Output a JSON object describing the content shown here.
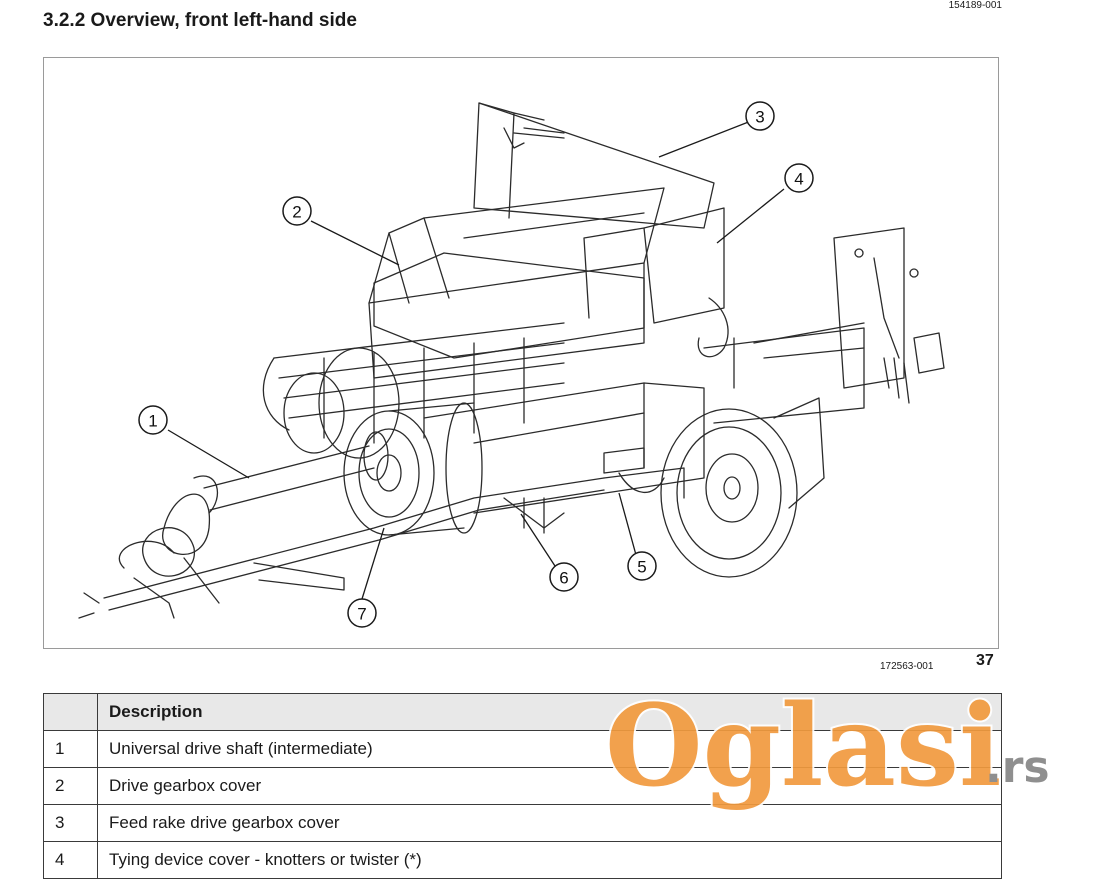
{
  "header": {
    "doc_id": "154189-001",
    "section_title": "3.2.2 Overview, front left-hand side"
  },
  "figure": {
    "code": "172563-001",
    "number": "37",
    "callouts": [
      "1",
      "2",
      "3",
      "4",
      "5",
      "6",
      "7"
    ]
  },
  "table": {
    "header_desc": "Description",
    "rows": [
      {
        "num": "1",
        "desc": "Universal drive shaft (intermediate)"
      },
      {
        "num": "2",
        "desc": "Drive gearbox cover"
      },
      {
        "num": "3",
        "desc": "Feed rake drive gearbox cover"
      },
      {
        "num": "4",
        "desc": "Tying device cover - knotters or twister (*)"
      }
    ]
  },
  "watermark": {
    "brand": "Oglasi",
    "tld": ".rs",
    "brand_color": "#f19a3e"
  }
}
